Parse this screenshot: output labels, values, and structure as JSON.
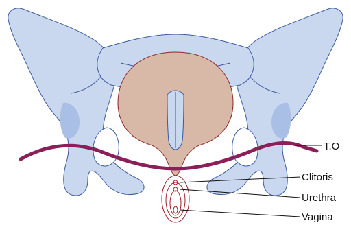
{
  "labels": {
    "to": "T.O",
    "clitoris": "Clitoris",
    "urethra": "Urethra",
    "vagina": "Vagina"
  },
  "colors": {
    "bone_fill": "#c9d7ef",
    "bone_stroke": "#3a5a9c",
    "bone_shade": "#a9bfe6",
    "floor_fill": "#d8b8a6",
    "floor_stroke": "#8e2b2b",
    "tendon": "#8a1f5a",
    "genital_lines": "#a01f2b",
    "leader": "#111111"
  }
}
